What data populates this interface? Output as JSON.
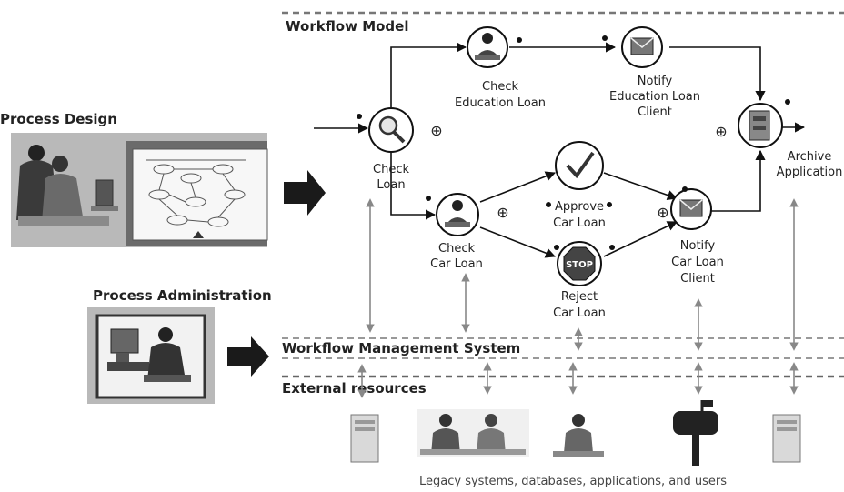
{
  "sections": {
    "process_design": "Process Design",
    "process_administration": "Process Administration",
    "workflow_model": "Workflow Model",
    "workflow_management_system": "Workflow Management System",
    "external_resources": "External resources"
  },
  "nodes": {
    "check_loan": [
      "Check",
      "Loan"
    ],
    "check_education_loan": [
      "Check",
      "Education Loan"
    ],
    "notify_education_loan_client": [
      "Notify",
      "Education Loan",
      "Client"
    ],
    "archive_application": [
      "Archive",
      "Application"
    ],
    "check_car_loan": [
      "Check",
      "Car Loan"
    ],
    "approve_car_loan": [
      "Approve",
      "Car Loan"
    ],
    "reject_car_loan": [
      "Reject",
      "Car Loan"
    ],
    "notify_car_loan_client": [
      "Notify",
      "Car Loan",
      "Client"
    ]
  },
  "stop_sign_text": "STOP",
  "join_symbol": "⊕",
  "caption": "Legacy systems, databases, applications, and users"
}
